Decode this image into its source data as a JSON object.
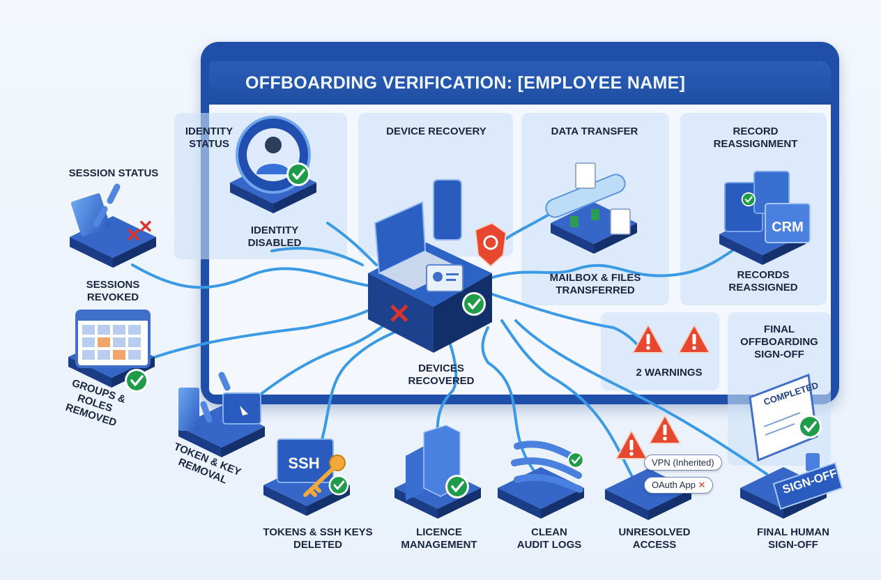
{
  "title": "OFFBOARDING VERIFICATION: [EMPLOYEE NAME]",
  "panels": {
    "identity": {
      "heading": "IDENTITY\nSTATUS",
      "status": "IDENTITY\nDISABLED"
    },
    "device": {
      "heading": "DEVICE RECOVERY",
      "status": "DEVICES\nRECOVERED"
    },
    "data": {
      "heading": "DATA TRANSFER",
      "status": "MAILBOX & FILES\nTRANSFERRED"
    },
    "record": {
      "heading": "RECORD\nREASSIGNMENT",
      "status": "RECORDS\nREASSIGNED",
      "crm": "CRM"
    },
    "warnings": {
      "status": "2 WARNINGS"
    },
    "final": {
      "heading": "FINAL\nOFFBOARDING\nSIGN-OFF",
      "stamp": "COMPLETED",
      "button": "SIGN-OFF",
      "status": "FINAL HUMAN\nSIGN-OFF"
    }
  },
  "nodes": {
    "session": {
      "heading": "SESSION STATUS",
      "status": "SESSIONS\nREVOKED"
    },
    "groups": {
      "status": "GROUPS &\nROLES\nREMOVED"
    },
    "token": {
      "status": "TOKEN & KEY\nREMOVAL"
    },
    "ssh": {
      "screen": "SSH",
      "status": "TOKENS & SSH KEYS\nDELETED"
    },
    "licence": {
      "status": "LICENCE\nMANAGEMENT"
    },
    "audit": {
      "status": "CLEAN\nAUDIT LOGS"
    },
    "unresolved": {
      "status": "UNRESOLVED\nACCESS",
      "items": [
        "VPN (Inherited)",
        "OAuth App"
      ]
    }
  },
  "colors": {
    "frame": "#1f4fa8",
    "node": "#1e3f8f",
    "line": "#3a9ae6",
    "check": "#1f9c4a",
    "warning": "#e8472f",
    "fail": "#d8342c"
  },
  "icons": [
    "user-icon",
    "laptop-icon",
    "phone-icon",
    "badge-icon",
    "tube-icon",
    "document-icon",
    "server-icon",
    "broken-chain-icon",
    "calendar-grid-icon",
    "key-icon",
    "building-icon",
    "cable-icon",
    "certificate-icon",
    "thumbs-up-icon",
    "check-icon",
    "warning-icon",
    "x-icon"
  ]
}
